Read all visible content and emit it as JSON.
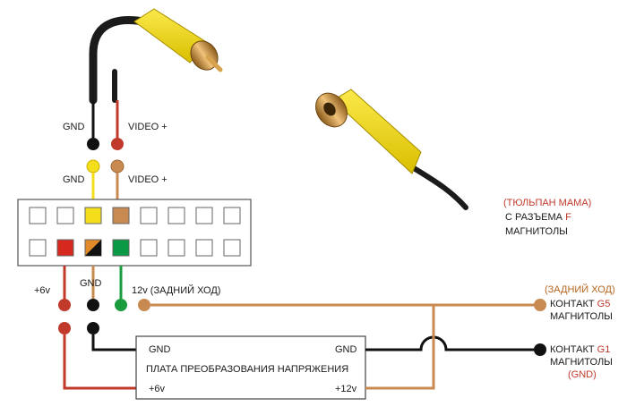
{
  "labels": {
    "top_gnd": "GND",
    "top_video": "VIDEO +",
    "mid_gnd": "GND",
    "mid_video": "VIDEO +",
    "plus6v": "+6v",
    "gnd_bottom": "GND",
    "rear_12v": "12v (ЗАДНИЙ ХОД)",
    "board_gnd_left": "GND",
    "board_gnd_right": "GND",
    "board_title": "ПЛАТА ПРЕОБРАЗОВАНИЯ НАПРЯЖЕНИЯ",
    "board_plus6v": "+6v",
    "board_plus12v": "+12v"
  },
  "tulip_note": {
    "line1": "(ТЮЛЬПАН МАМА)",
    "line2_prefix": "С РАЗЪЕМА ",
    "line2_letter": "F",
    "line3": "МАГНИТОЛЫ"
  },
  "contact_g5": {
    "line1": "(ЗАДНИЙ ХОД)",
    "line2_prefix": "КОНТАКТ ",
    "line2_code": "G5",
    "line3": "МАГНИТОЛЫ"
  },
  "contact_g1": {
    "line1_prefix": "КОНТАКТ ",
    "line1_code": "G1",
    "line2": "МАГНИТОЛЫ",
    "line3": "(GND)"
  },
  "colors": {
    "wire_black": "#111111",
    "wire_red": "#c0392b",
    "wire_brown": "#b5651d",
    "wire_green": "#1a9c3e",
    "pin_yellow": "#f4dd1a",
    "pin_tan": "#c98a52",
    "pin_red": "#d6281f",
    "pin_green": "#0a9a46",
    "plug_yellow": "#f2dc1a"
  }
}
